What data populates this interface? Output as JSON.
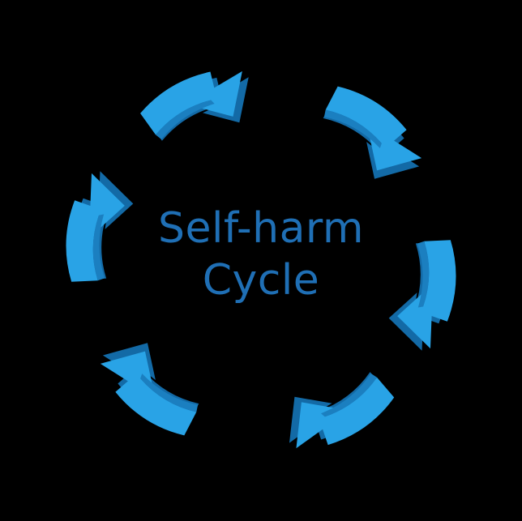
{
  "diagram": {
    "title_line_1": "Self-harm",
    "title_line_2": "Cycle",
    "colors": {
      "background": "#000000",
      "text": "#1f6fb5",
      "arrow_top": "#29a3e6",
      "arrow_side": "#1b7fc0",
      "arrow_shadow": "#136aa6"
    },
    "arrows": [
      {
        "name": "arrow-top-left",
        "direction": "clockwise"
      },
      {
        "name": "arrow-top-right",
        "direction": "clockwise"
      },
      {
        "name": "arrow-right",
        "direction": "clockwise"
      },
      {
        "name": "arrow-bottom-right",
        "direction": "clockwise"
      },
      {
        "name": "arrow-bottom-left",
        "direction": "clockwise"
      },
      {
        "name": "arrow-left",
        "direction": "clockwise"
      }
    ]
  }
}
